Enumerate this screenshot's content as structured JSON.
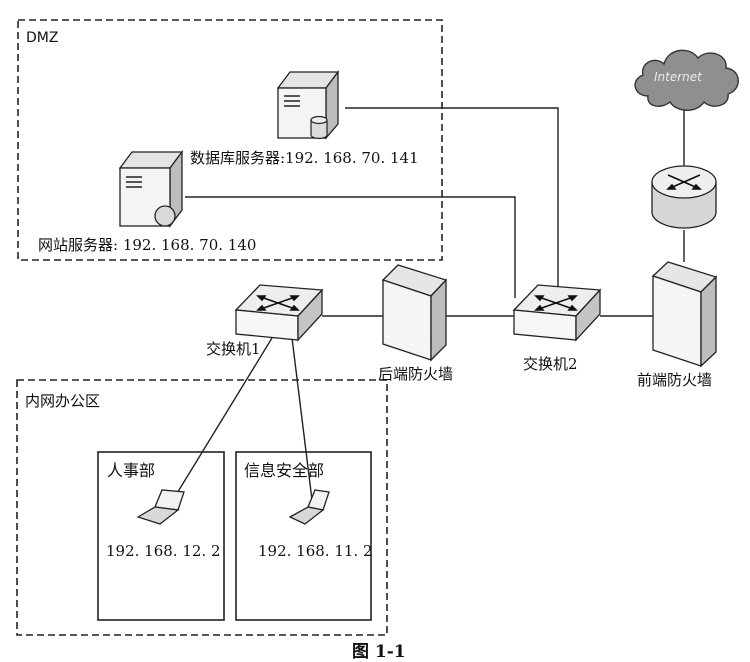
{
  "zones": {
    "dmz": "DMZ",
    "intranet": "内网办公区",
    "hr": "人事部",
    "infosec": "信息安全部"
  },
  "devices": {
    "db_server": "数据库服务器:192. 168. 70. 141",
    "web_server": "网站服务器: 192. 168. 70. 140",
    "switch1": "交换机1",
    "switch2": "交换机2",
    "back_firewall": "后端防火墙",
    "front_firewall": "前端防火墙",
    "internet": "Internet",
    "hr_pc_ip": "192. 168. 12. 2",
    "infosec_pc_ip": "192. 168. 11. 2"
  },
  "caption": "图 1-1"
}
